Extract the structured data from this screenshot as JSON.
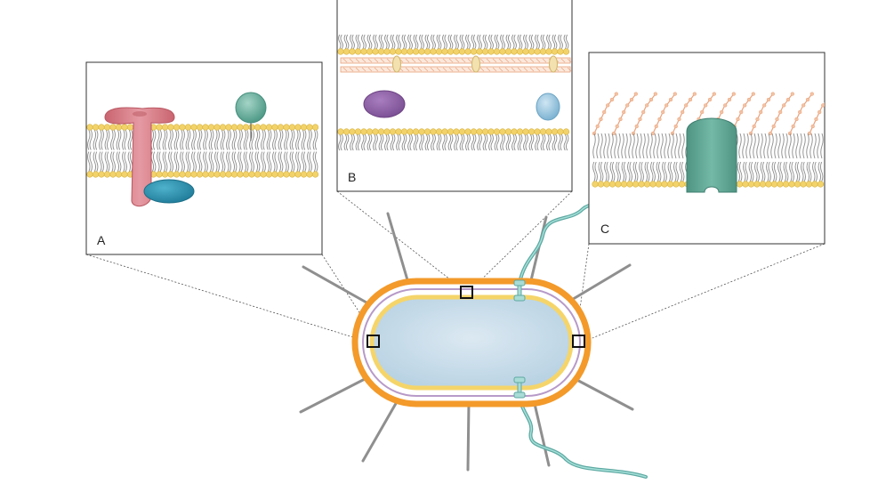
{
  "panels": {
    "a": {
      "label": "A"
    },
    "b": {
      "label": "B"
    },
    "c": {
      "label": "C"
    }
  },
  "colors": {
    "lipid_head": "#f2d36b",
    "lipid_head_stroke": "#d9b23a",
    "lipid_tail": "#8a8a8a",
    "outer_membrane": "#f39a2a",
    "periplasm_line": "#b79ac8",
    "inner_membrane": "#f5d56a",
    "cytoplasm": "#c5dcea",
    "pink_protein": "#d97b86",
    "teal_protein": "#2c8fae",
    "green_protein": "#6fb3a1",
    "purple_protein": "#8a5ea0",
    "blue_protein": "#8fc1dc",
    "porin": "#5fa594",
    "lps_chain": "#e9a27c",
    "flagellum": "#7ec9c2",
    "pilus": "#8f8f8f",
    "callout_box": "#222222"
  }
}
